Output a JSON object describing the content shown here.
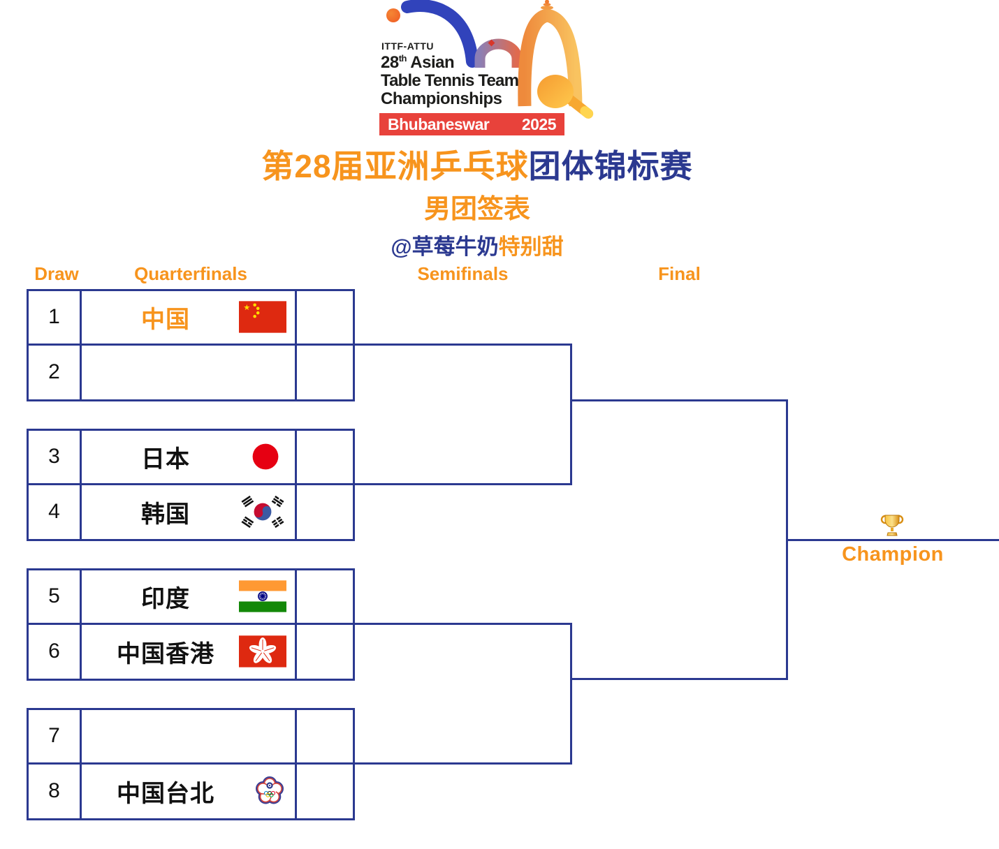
{
  "logo": {
    "org": "ITTF-ATTU",
    "edition_number": "28",
    "edition_sup": "th",
    "edition_rest": " Asian",
    "line2": "Table Tennis Team",
    "line3": "Championships",
    "banner_city": "Bhubaneswar",
    "banner_year": "2025"
  },
  "titles": {
    "main_orange": "第28届亚洲乒乓球",
    "main_blue": "团体锦标赛",
    "subtitle": "男团签表",
    "credit_blue": "@草莓牛奶",
    "credit_orange": "特别甜"
  },
  "headers": {
    "draw": "Draw",
    "quarterfinals": "Quarterfinals",
    "semifinals": "Semifinals",
    "final": "Final"
  },
  "bracket": {
    "rows": [
      {
        "num": "1",
        "team": "中国",
        "flag": "china-flag"
      },
      {
        "num": "2",
        "team": "",
        "flag": ""
      },
      {
        "num": "3",
        "team": "日本",
        "flag": "japan-flag"
      },
      {
        "num": "4",
        "team": "韩国",
        "flag": "south-korea-flag"
      },
      {
        "num": "5",
        "team": "印度",
        "flag": "india-flag"
      },
      {
        "num": "6",
        "team": "中国香港",
        "flag": "hong-kong-flag"
      },
      {
        "num": "7",
        "team": "",
        "flag": ""
      },
      {
        "num": "8",
        "team": "中国台北",
        "flag": "chinese-taipei-flag"
      }
    ]
  },
  "final": {
    "champion_label": "Champion",
    "trophy_icon": "trophy-icon"
  },
  "colors": {
    "accent_orange": "#F7941D",
    "navy": "#2B3990",
    "bracket_line": "#2B3990",
    "banner_red": "#E8423B",
    "logo_text_black": "#1D1D1B",
    "team_highlight_orange": "#F7941D"
  }
}
